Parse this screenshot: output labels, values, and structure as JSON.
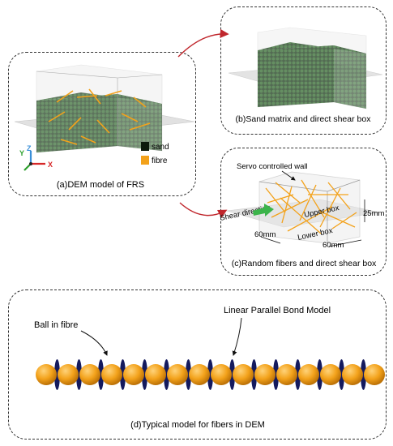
{
  "panel_a": {
    "caption": "(a)DEM model of FRS",
    "legend": [
      {
        "label": "sand",
        "color": "#0c1a0c"
      },
      {
        "label": "fibre",
        "color": "#f3a21b"
      }
    ],
    "axes": {
      "x": "X",
      "y": "Y",
      "z": "Z"
    }
  },
  "panel_b": {
    "caption": "(b)Sand matrix and direct shear box"
  },
  "panel_c": {
    "caption": "(c)Random fibers and direct shear box",
    "servo": "Servo controlled wall",
    "shear": "Shear direction",
    "upper": "Upper box",
    "lower": "Lower box",
    "height": "25mm",
    "width": "60mm",
    "depth": "60mm"
  },
  "panel_d": {
    "caption": "(d)Typical model for fibers in DEM",
    "ball_label": "Ball in fibre",
    "bond_label": "Linear Parallel Bond Model"
  },
  "colors": {
    "sand": "#1f4d1f",
    "fibre": "#f3a21b",
    "bond": "#141a5e",
    "arrow": "#c0272d",
    "shear_arrow": "#3cb44b"
  }
}
